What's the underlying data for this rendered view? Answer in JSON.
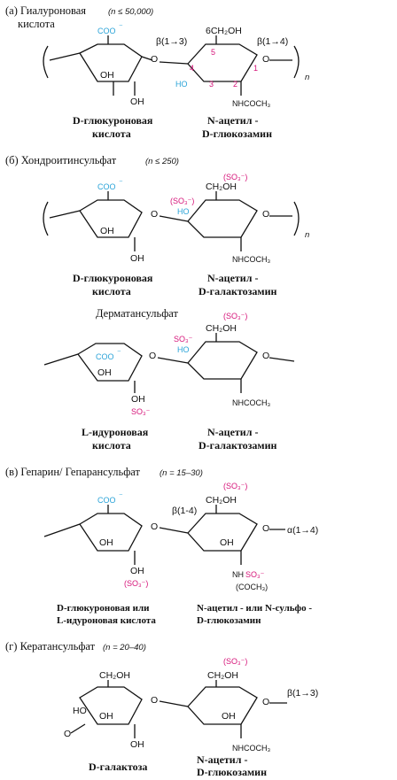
{
  "sections": {
    "a": {
      "title": "(а) Гиалуроновая",
      "title2": "кислота",
      "n": "(n ≤ 50,000)",
      "left_name1": "D-глюкуроновая",
      "left_name2": "кислота",
      "right_name1": "N-ацетил -",
      "right_name2": "D-глюкозамин",
      "linkage1": "β(1→3)",
      "linkage2": "β(1→4)",
      "coo": "COO",
      "ch2oh": "6CH₂OH",
      "oh": "OH",
      "ho": "HO",
      "nhcoch3": "NHCOCH₃",
      "n_sub": "n",
      "num1": "1",
      "num2": "2",
      "num3": "3",
      "num4": "4",
      "num5": "5"
    },
    "b": {
      "title": "(б) Хондроитинсульфат",
      "n": "(n ≤ 250)",
      "left_name1": "D-глюкуроновая",
      "left_name2": "кислота",
      "right_name1": "N-ацетил -",
      "right_name2": "D-галактозамин",
      "so3_paren": "(SO₃⁻)",
      "coo": "COO",
      "ch2oh": "CH₂OH",
      "oh": "OH",
      "ho": "HO",
      "nhcoch3": "NHCOCH₃",
      "n_sub": "n"
    },
    "derm": {
      "title": "Дерматансульфат",
      "left_name1": "L-идуроновая",
      "left_name2": "кислота",
      "right_name1": "N-ацетил -",
      "right_name2": "D-галактозамин",
      "so3_paren": "(SO₃⁻)",
      "so3": "SO₃⁻",
      "coo": "COO",
      "ch2oh": "CH₂OH",
      "oh": "OH",
      "ho": "HO",
      "nhcoch3": "NHCOCH₃"
    },
    "c": {
      "title": "(в) Гепарин/ Гепарансульфат",
      "n": "(n = 15–30)",
      "left_name1": "D-глюкуроновая или",
      "left_name2": "L-идуроновая кислота",
      "right_name1": "N-ацетил - или N-сульфо -",
      "right_name2": "D-глюкозамин",
      "linkage1": "β(1-4)",
      "linkage2": "α(1→4)",
      "so3_paren": "(SO₃⁻)",
      "so3": "SO₃⁻",
      "coch3": "(COCH₃)",
      "coo": "COO",
      "ch2oh": "CH₂OH",
      "oh": "OH",
      "nh": "NH"
    },
    "d": {
      "title": "(г) Кератансульфат",
      "n": "(n = 20–40)",
      "left_name1": "D-галактоза",
      "right_name1": "N-ацетил -",
      "right_name2": "D-глюкозамин",
      "linkage2": "β(1→3)",
      "so3_paren": "(SO₃⁻)",
      "ch2oh": "CH₂OH",
      "oh": "OH",
      "ho": "HO",
      "o": "O",
      "nhcoch3": "NHCOCH₃"
    }
  },
  "colors": {
    "cyan": "#2aa3d8",
    "magenta": "#d6157a",
    "ink": "#111111"
  }
}
